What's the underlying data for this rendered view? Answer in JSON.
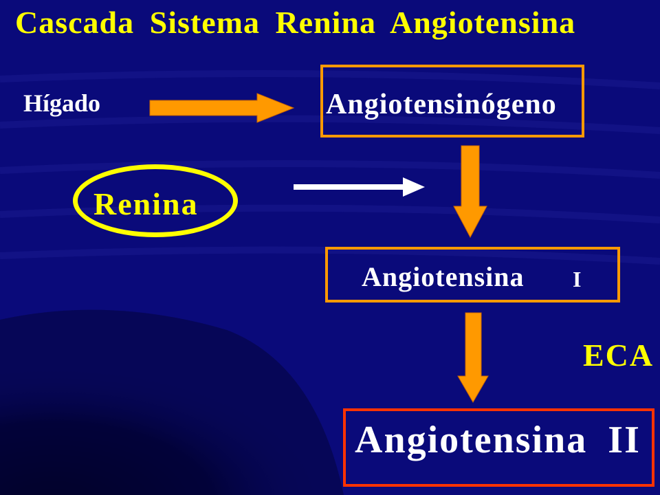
{
  "title": "Cascada  Sistema  Renina Angiotensina",
  "source_label": "Hígado",
  "nodes": {
    "angiotensinogen": "Angiotensinógeno",
    "angiotensin_1": "Angiotensina",
    "angiotensin_1_suffix": "I",
    "angiotensin_2": "Angiotensina  II"
  },
  "enzymes": {
    "renin": "Renina",
    "ace": "ECA"
  },
  "colors": {
    "background": "#0a0a7a",
    "title": "#ffff00",
    "box_border": "#ff9900",
    "final_box_border": "#ff3300",
    "arrow": "#ff9900",
    "renin_arrow": "#ffffff"
  }
}
